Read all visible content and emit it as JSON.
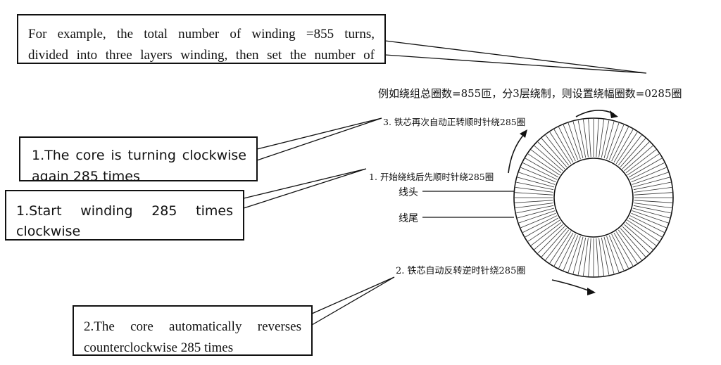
{
  "callouts": {
    "example": {
      "line1": "For example, the total number of winding =855 turns,",
      "line2": "divided into three layers winding, then set the number of"
    },
    "step3_en": {
      "line1": "1.The core is turning clockwise",
      "line2": "again 285 times"
    },
    "step1_en": {
      "line1": "1.Start winding 285 times",
      "line2": "clockwise"
    },
    "step2_en": {
      "line1": "2.The core automatically reverses",
      "line2": "counterclockwise 285 times"
    }
  },
  "diagram_labels": {
    "example_cn": "例如绕组总圈数=855匝，分3层绕制，则设置绕幅圈数=0285圈",
    "step3_cn": "3. 铁芯再次自动正转顺时针绕285圈",
    "step1_cn": "1. 开始绕线后先顺时针绕285圈",
    "wire_head": "线头",
    "wire_tail": "线尾",
    "step2_cn": "2. 铁芯自动反转逆时针绕285圈"
  }
}
